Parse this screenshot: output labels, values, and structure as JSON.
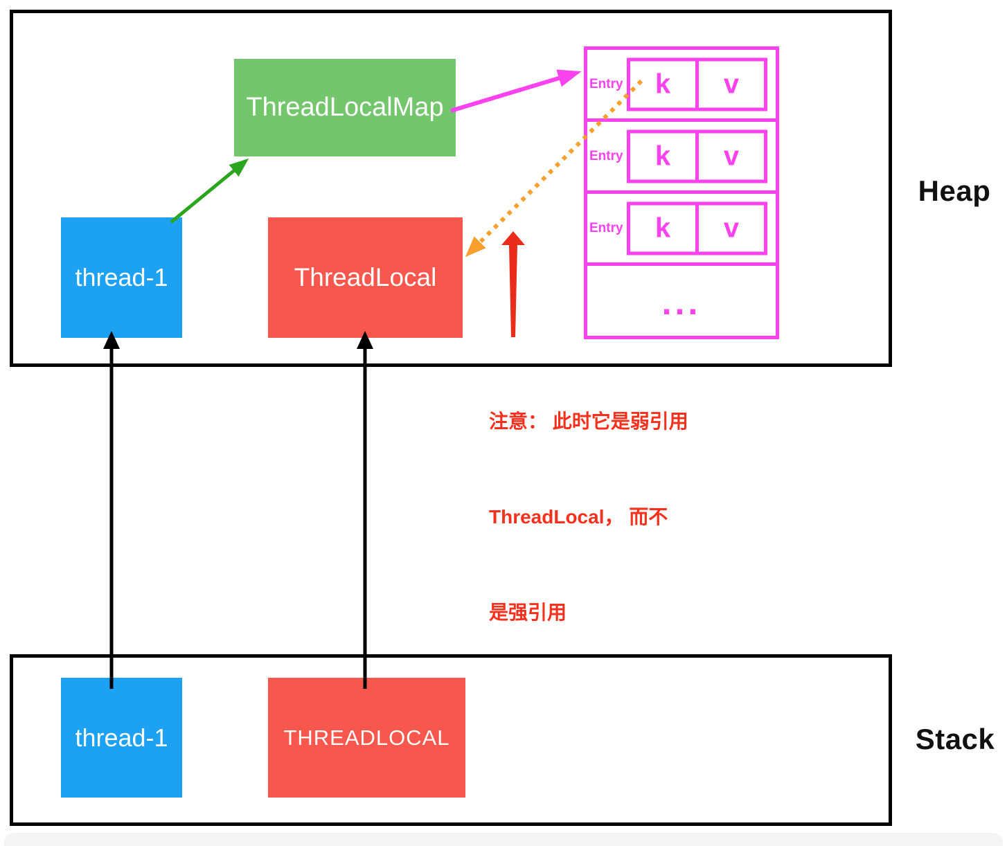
{
  "heap": {
    "label": "Heap",
    "thread_local_map_label": "ThreadLocalMap",
    "thread1_label": "thread-1",
    "thread_local_label": "ThreadLocal",
    "entry_table": {
      "rows": [
        {
          "label": "Entry",
          "key": "k",
          "value": "v"
        },
        {
          "label": "Entry",
          "key": "k",
          "value": "v"
        },
        {
          "label": "Entry",
          "key": "k",
          "value": "v"
        }
      ],
      "ellipsis": "..."
    }
  },
  "stack": {
    "label": "Stack",
    "thread1_label": "thread-1",
    "thread_local_label": "THREADLOCAL"
  },
  "annotation": {
    "lines": [
      "注意： 此时它是弱引用",
      "ThreadLocal， 而不",
      "是强引用"
    ]
  },
  "colors": {
    "heap_stack_border": "#000000",
    "thread_box_blue": "#1da1f2",
    "threadlocal_box_red": "#f7574c",
    "threadlocalmap_green": "#74c66c",
    "entry_magenta": "#fa42ee",
    "weak_ref_orange": "#f7a02e",
    "strong_ref_green_arrow": "#2ba51e",
    "red_arrow": "#e92d1a",
    "annotation_red": "#f5301d"
  }
}
